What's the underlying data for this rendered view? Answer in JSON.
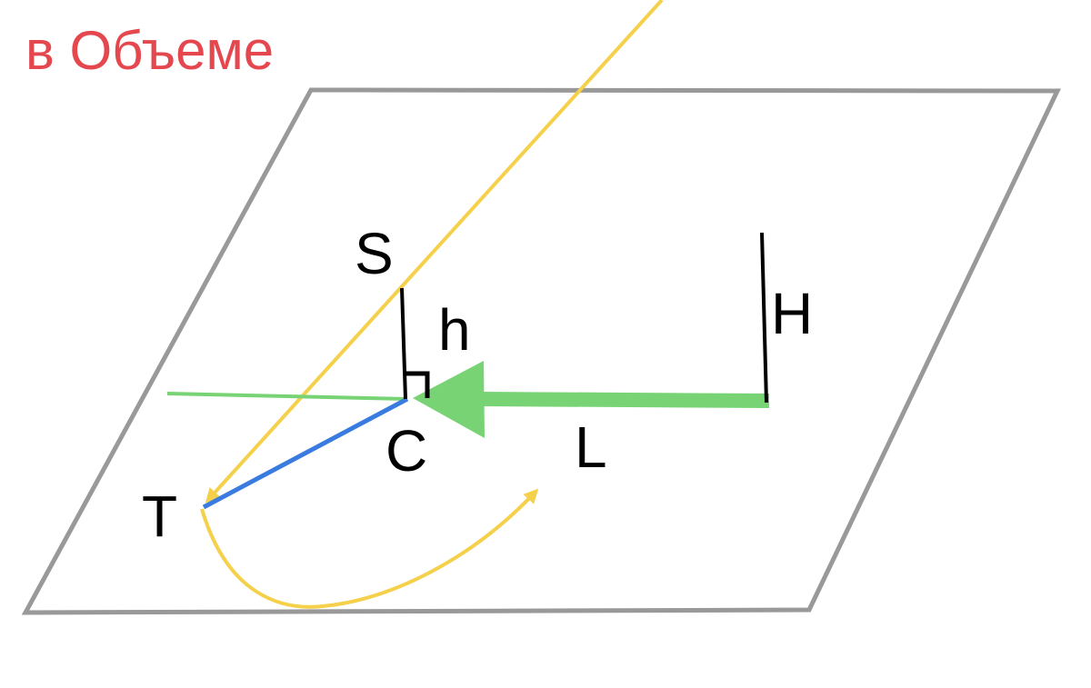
{
  "title": "в Объеме",
  "labels": {
    "S": "S",
    "h": "h",
    "H": "H",
    "C": "C",
    "L": "L",
    "T": "T"
  },
  "colors": {
    "title": "#e5474f",
    "plane": "#999999",
    "yellow": "#f5d04a",
    "green": "#77d373",
    "blue": "#3a7be0",
    "black": "#000000"
  }
}
